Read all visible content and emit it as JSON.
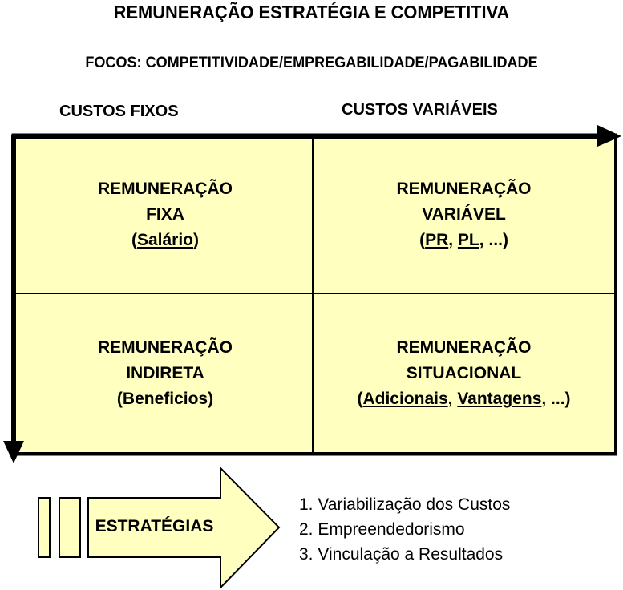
{
  "title": "REMUNERAÇÃO ESTRATÉGIA E COMPETITIVA",
  "subtitle": "FOCOS: COMPETITIVIDADE/EMPREGABILIDADE/PAGABILIDADE",
  "columns": {
    "fixed": "CUSTOS FIXOS",
    "variable": "CUSTOS VARIÁVEIS"
  },
  "quadrants": {
    "fixa": {
      "line1": "REMUNERAÇÃO",
      "line2": "FIXA",
      "open": "(",
      "items": [
        "Salário"
      ],
      "close": ")"
    },
    "variavel": {
      "line1": "REMUNERAÇÃO",
      "line2": "VARIÁVEL",
      "open": "(",
      "items": [
        "PR",
        "PL"
      ],
      "sep": ", ",
      "tail": ", ...)"
    },
    "indireta": {
      "line1": "REMUNERAÇÃO",
      "line2": "INDIRETA",
      "line3": "(Beneficios)"
    },
    "situacional": {
      "line1": "REMUNERAÇÃO",
      "line2": "SITUACIONAL",
      "open": "(",
      "items": [
        "Adicionais",
        "Vantagens"
      ],
      "sep": ", ",
      "tail": ", ...)"
    }
  },
  "strategy": {
    "label": "ESTRATÉGIAS",
    "items": [
      "1. Variabilização dos Custos",
      "2. Empreendedorismo",
      "3. Vinculação a Resultados"
    ]
  },
  "colors": {
    "fill": "#FFFFC0",
    "stroke": "#000000"
  }
}
